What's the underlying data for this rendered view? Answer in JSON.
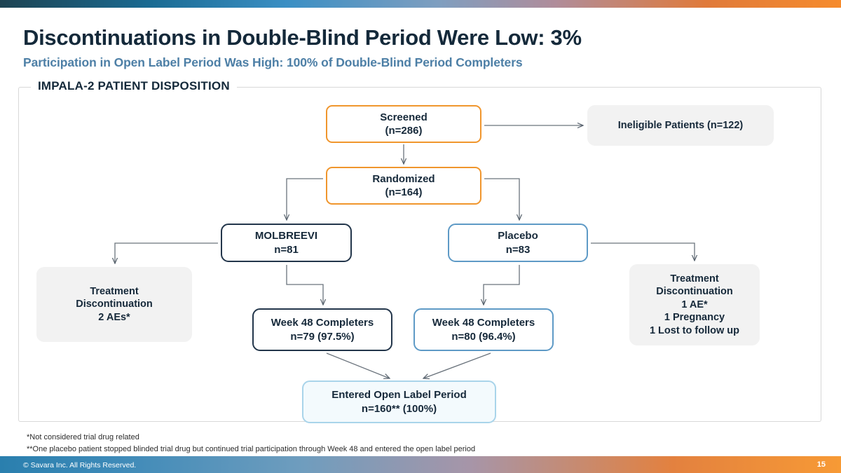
{
  "slide": {
    "title": "Discontinuations in Double-Blind Period Were Low: 3%",
    "subtitle": "Participation in Open Label Period Was High: 100% of Double-Blind Period Completers",
    "panel_legend": "IMPALA-2 PATIENT DISPOSITION"
  },
  "nodes": {
    "screened": {
      "line1": "Screened",
      "line2": "(n=286)"
    },
    "ineligible": {
      "line1": "Ineligible Patients (n=122)"
    },
    "randomized": {
      "line1": "Randomized",
      "line2": "(n=164)"
    },
    "molbreevi": {
      "line1": "MOLBREEVI",
      "line2": "n=81"
    },
    "placebo": {
      "line1": "Placebo",
      "line2": "n=83"
    },
    "disc_left": {
      "line1": "Treatment",
      "line2": "Discontinuation",
      "line3": "2 AEs*"
    },
    "disc_right": {
      "line1": "Treatment",
      "line2": "Discontinuation",
      "line3": "1 AE*",
      "line4": "1 Pregnancy",
      "line5": "1 Lost to follow up"
    },
    "wk48_mol": {
      "line1": "Week 48 Completers",
      "line2": "n=79 (97.5%)"
    },
    "wk48_pbo": {
      "line1": "Week 48 Completers",
      "line2": "n=80 (96.4%)"
    },
    "open_label": {
      "line1": "Entered Open Label Period",
      "line2": "n=160** (100%)"
    }
  },
  "footnotes": {
    "single_star": "*Not considered trial drug related",
    "double_star": "**One placebo patient stopped blinded trial drug but continued trial participation through Week 48 and entered the open label period"
  },
  "footer": {
    "copyright": "© Savara Inc. All Rights Reserved.",
    "page_number": "15"
  },
  "colors": {
    "title": "#14293a",
    "subtitle": "#4d7fa6",
    "orange_border": "#f0962d",
    "navy_border": "#23364b",
    "blue_border": "#5e9ac6",
    "lightblue_border": "#a9d4ea",
    "gray_fill": "#f2f2f2",
    "connector": "#55606b"
  }
}
